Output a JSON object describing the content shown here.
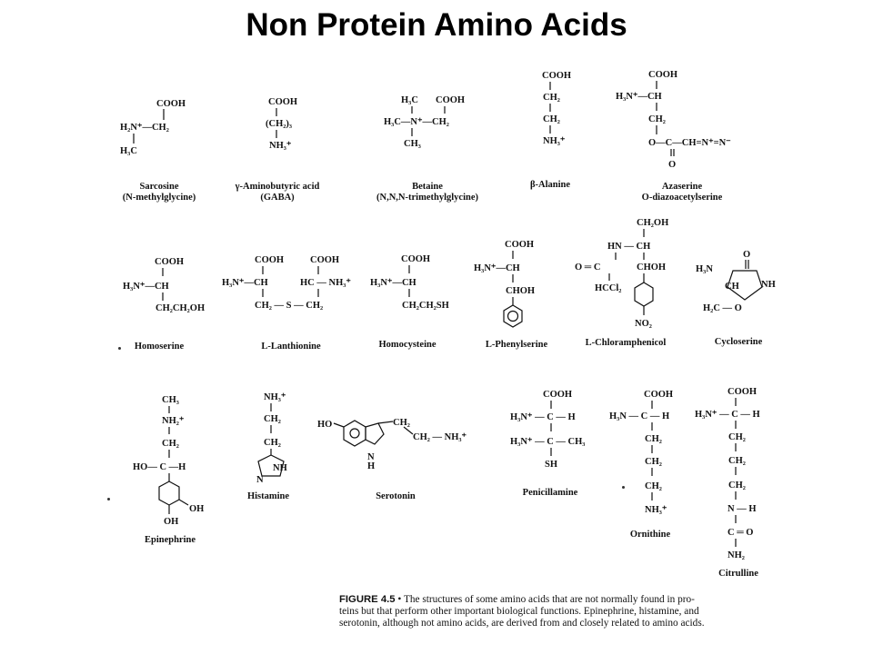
{
  "title": "Non Protein Amino Acids",
  "compounds": {
    "sarcosine": {
      "name": "Sarcosine",
      "sub": "(N-methylglycine)"
    },
    "gaba": {
      "name": "γ-Aminobutyric acid",
      "sub": "(GABA)"
    },
    "betaine": {
      "name": "Betaine",
      "sub": "(N,N,N-trimethylglycine)"
    },
    "beta_alanine": {
      "name": "β-Alanine"
    },
    "azaserine": {
      "name": "Azaserine",
      "sub": "O-diazoacetylserine"
    },
    "homoserine": {
      "name": "Homoserine"
    },
    "lanthionine": {
      "name": "L-Lanthionine"
    },
    "homocysteine": {
      "name": "Homocysteine"
    },
    "phenylserine": {
      "name": "L-Phenylserine"
    },
    "chloramphenicol": {
      "name": "L-Chloramphenicol"
    },
    "cycloserine": {
      "name": "Cycloserine"
    },
    "epinephrine": {
      "name": "Epinephrine"
    },
    "histamine": {
      "name": "Histamine"
    },
    "serotonin": {
      "name": "Serotonin"
    },
    "penicillamine": {
      "name": "Penicillamine"
    },
    "ornithine": {
      "name": "Ornithine"
    },
    "citrulline": {
      "name": "Citrulline"
    }
  },
  "caption": {
    "figure": "FIGURE 4.5",
    "bullet": "•",
    "text_1": "The structures of some amino acids that are not normally found in pro-",
    "text_2": "teins but that perform other important biological functions. Epinephrine, histamine, and",
    "text_3": "serotonin, although not amino acids, are derived from and closely related to amino acids."
  }
}
